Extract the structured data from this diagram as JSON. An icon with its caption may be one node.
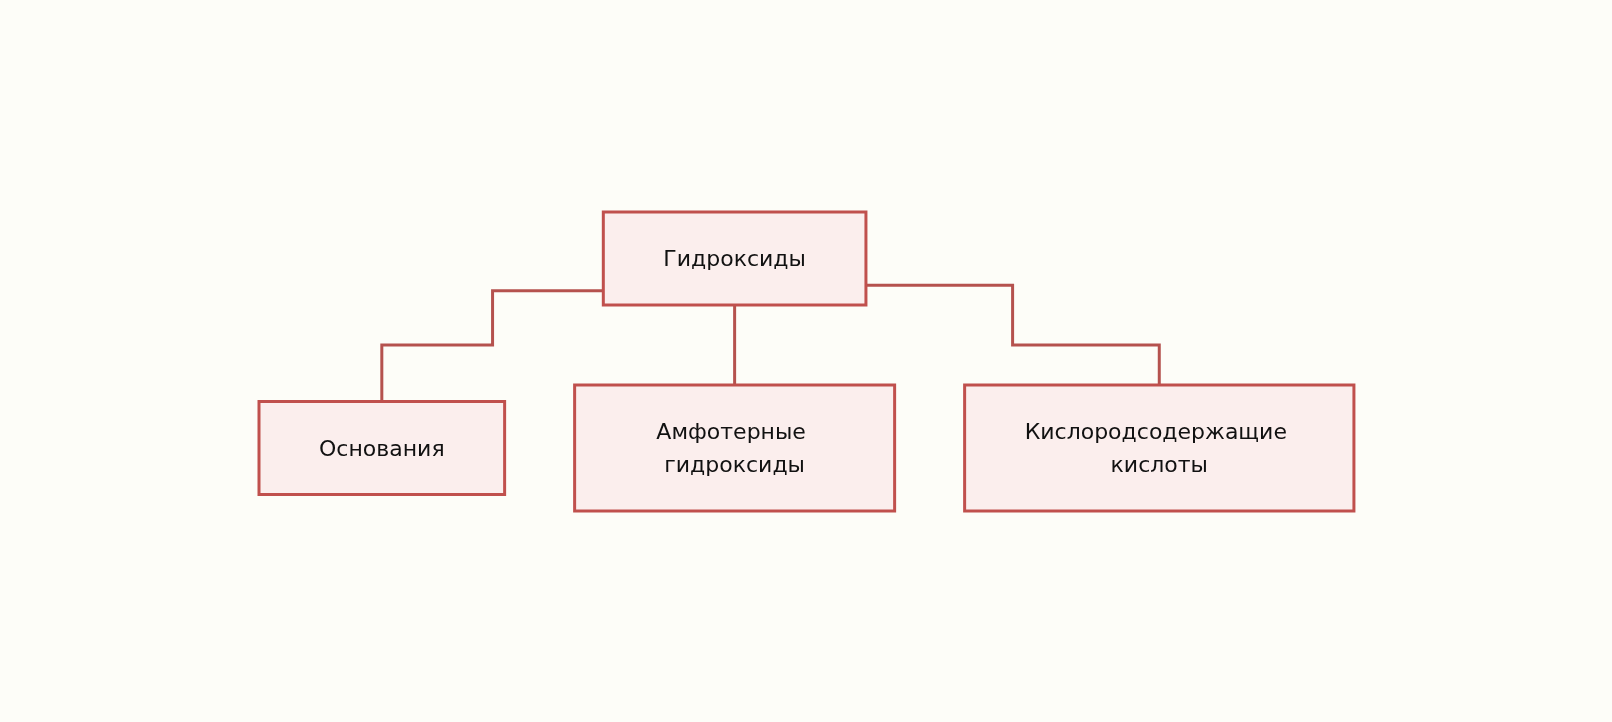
{
  "diagram": {
    "nodes": [
      {
        "text": [
          "Гидроксиды"
        ]
      },
      {
        "text": [
          "Основания"
        ]
      },
      {
        "text": [
          "Амфотерные гидроксиды"
        ]
      },
      {
        "text": [
          "Кислородсодержащие кислоты"
        ]
      }
    ],
    "edges": [
      {
        "from": 0,
        "to": 1,
        "arrow": "none"
      },
      {
        "from": 0,
        "to": 2,
        "arrow": "none"
      },
      {
        "from": 0,
        "to": 3,
        "arrow": "none"
      }
    ]
  }
}
